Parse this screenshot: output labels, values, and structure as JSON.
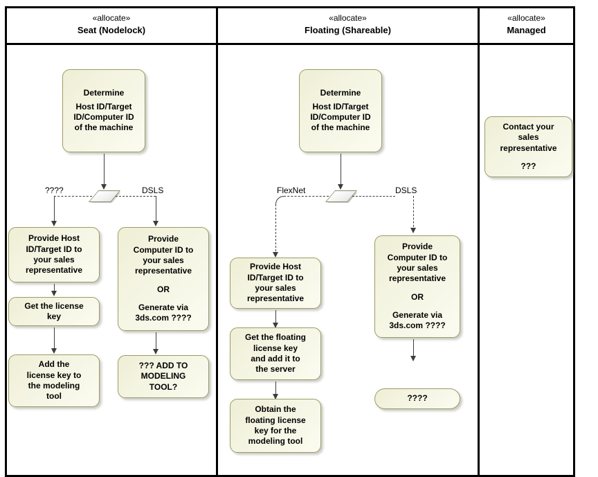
{
  "diagram": {
    "title": "License allocation activity diagram",
    "lane_count": 3,
    "colors": {
      "node_fill": "#f2f2dc",
      "node_border": "#9b9b63",
      "frame": "#000000",
      "connector": "#3c3c3c",
      "background": "#ffffff"
    }
  },
  "lanes": [
    {
      "stereotype": "«allocate»",
      "title": "Seat (Nodelock)"
    },
    {
      "stereotype": "«allocate»",
      "title": "Floating (Shareable)"
    },
    {
      "stereotype": "«allocate»",
      "title": "Managed"
    }
  ],
  "seat_lane": {
    "determine": {
      "lines": [
        "Determine",
        "Host ID/Target",
        "ID/Computer ID",
        "of the machine"
      ]
    },
    "guards": {
      "left": "????",
      "right": "DSLS"
    },
    "left_branch": [
      {
        "lines": [
          "Provide Host",
          "ID/Target ID to",
          "your sales",
          "representative"
        ]
      },
      {
        "lines": [
          "Get the license",
          "key"
        ]
      },
      {
        "lines": [
          "Add the",
          "license key to",
          "the modeling",
          "tool"
        ]
      }
    ],
    "right_branch": [
      {
        "lines": [
          "Provide",
          "Computer ID to",
          "your sales",
          "representative",
          "",
          "OR",
          "",
          "Generate via",
          "3ds.com ????"
        ]
      },
      {
        "lines": [
          "??? ADD TO",
          "MODELING",
          "TOOL?"
        ]
      }
    ]
  },
  "floating_lane": {
    "determine": {
      "lines": [
        "Determine",
        "Host ID/Target",
        "ID/Computer ID",
        "of the machine"
      ]
    },
    "guards": {
      "left": "FlexNet",
      "right": "DSLS"
    },
    "left_branch": [
      {
        "lines": [
          "Provide Host",
          "ID/Target ID to",
          "your sales",
          "representative"
        ]
      },
      {
        "lines": [
          "Get the floating",
          "license key",
          "and add it to",
          "the server"
        ]
      },
      {
        "lines": [
          "Obtain the",
          "floating license",
          "key for the",
          "modeling tool"
        ]
      }
    ],
    "right_branch": [
      {
        "lines": [
          "Provide",
          "Computer ID to",
          "your sales",
          "representative",
          "",
          "OR",
          "",
          "Generate via",
          "3ds.com ????"
        ]
      },
      {
        "lines": [
          "????"
        ]
      }
    ]
  },
  "managed_lane": {
    "nodes": [
      {
        "lines": [
          "Contact your",
          "sales",
          "representative",
          "",
          "???"
        ]
      }
    ]
  }
}
